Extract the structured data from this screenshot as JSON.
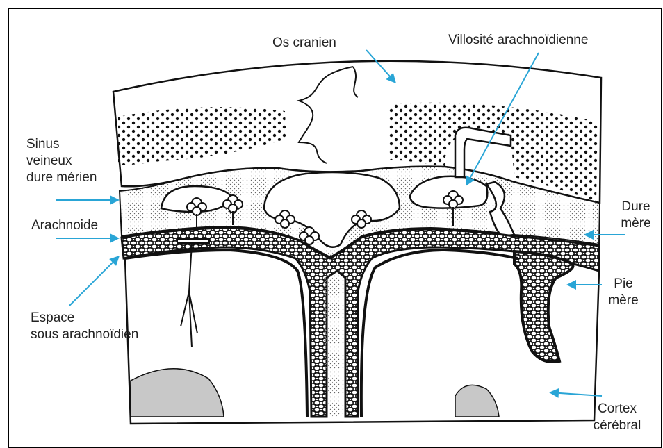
{
  "colors": {
    "arrow": "#29a5d6",
    "ink": "#111111",
    "dura_fill": "#f1f1f1",
    "nodule_fill": "#c8c8c8",
    "frame": "#000000"
  },
  "labels": {
    "os_cranien": "Os cranien",
    "villosite": "Villosité arachnoïdienne",
    "sinus": [
      "Sinus",
      "veineux",
      "dure mérien"
    ],
    "arachnoide": "Arachnoide",
    "espace": [
      "Espace",
      "sous arachnoïdien"
    ],
    "dure_mere": [
      "Dure",
      "mère"
    ],
    "pie_mere": [
      "Pie",
      "mère"
    ],
    "cortex": [
      "Cortex",
      "cérébral"
    ]
  }
}
